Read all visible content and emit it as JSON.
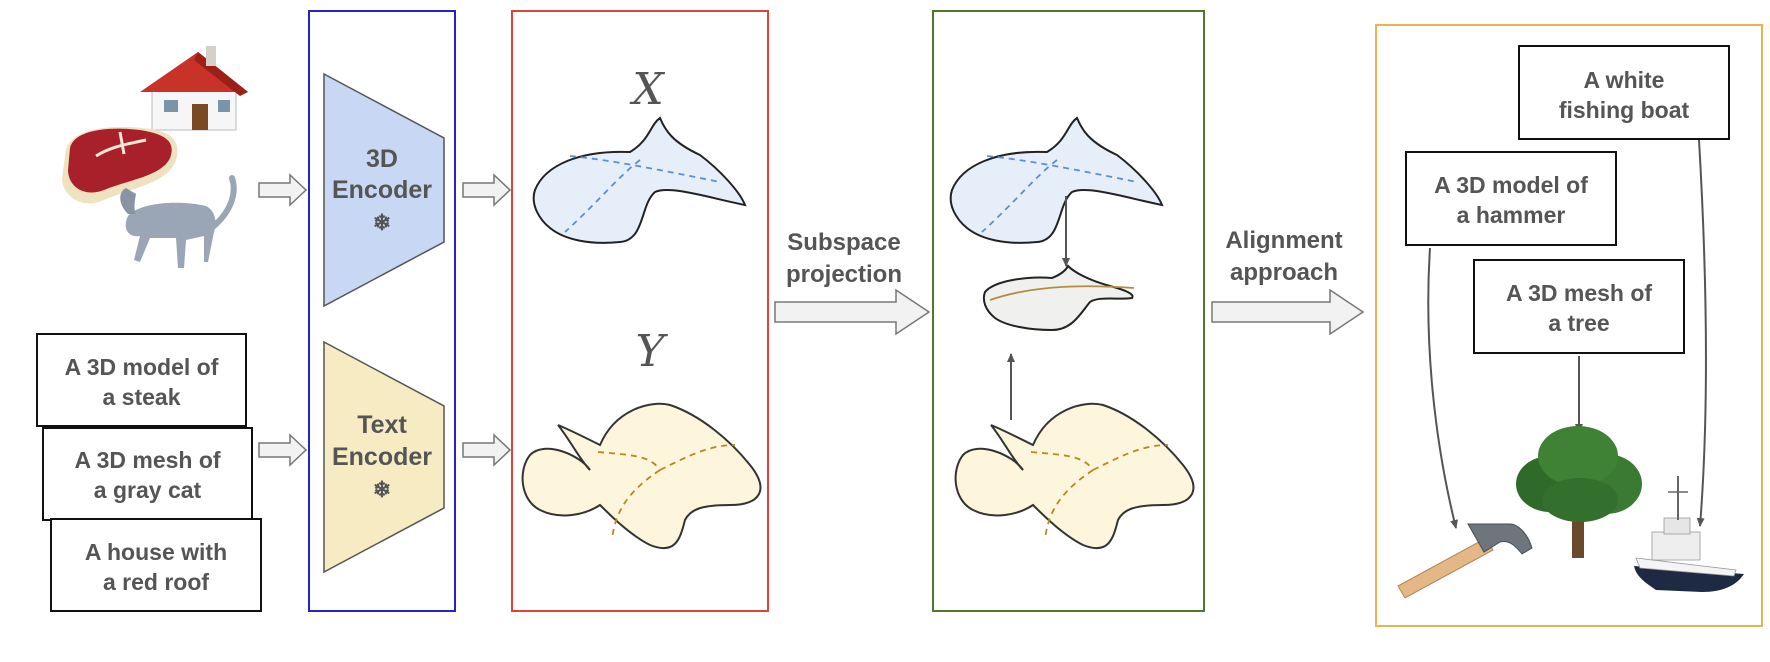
{
  "text_prompts": [
    {
      "line1": "A 3D model of",
      "line2": "a steak"
    },
    {
      "line1": "A 3D mesh of",
      "line2": "a gray cat"
    },
    {
      "line1": "A house with",
      "line2": "a red roof"
    }
  ],
  "encoders": {
    "shape": {
      "line1": "3D",
      "line2": "Encoder",
      "icon": "snowflake-icon",
      "frozen_glyph": "❄"
    },
    "text": {
      "line1": "Text",
      "line2": "Encoder",
      "icon": "snowflake-icon",
      "frozen_glyph": "❄"
    }
  },
  "spaces": {
    "x_label": "X",
    "y_label": "Y"
  },
  "steps": {
    "subspace": {
      "line1": "Subspace",
      "line2": "projection"
    },
    "alignment": {
      "line1": "Alignment",
      "line2": "approach"
    }
  },
  "retrieval_queries": [
    {
      "line1": "A white",
      "line2": "fishing boat"
    },
    {
      "line1": "A 3D model of",
      "line2": "a hammer"
    },
    {
      "line1": "A 3D mesh of",
      "line2": "a tree"
    }
  ],
  "colors": {
    "encoder_panel": "#2323c8",
    "embedding_panel": "#e0433a",
    "projection_panel": "#4f7a2c",
    "retrieval_panel": "#f0b050",
    "shape_fill": "#e6eef9",
    "shape_dash": "#5b8fd4",
    "text_fill": "#fdf5dc",
    "text_dash": "#b88a1e",
    "encoder_3d": "#c8d8f4",
    "encoder_text": "#f7ebc4"
  }
}
